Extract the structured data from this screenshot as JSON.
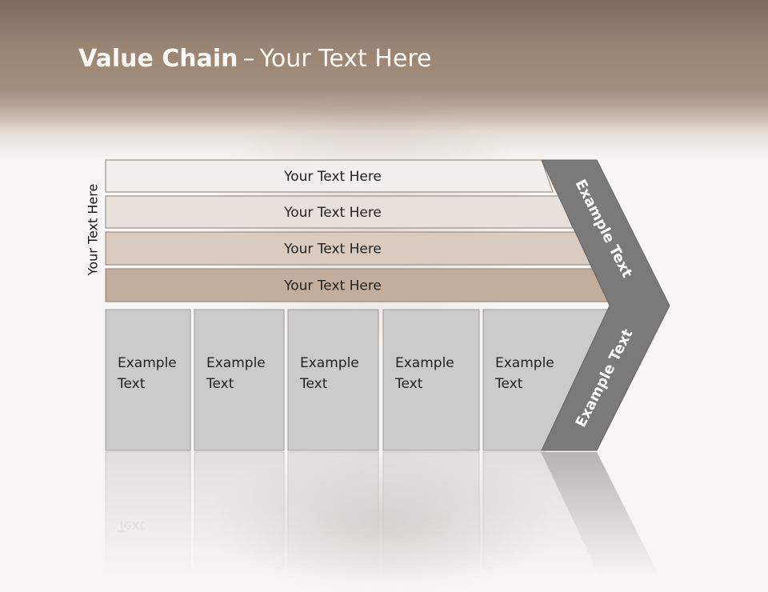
{
  "slide": {
    "title_bold": "Value Chain",
    "title_separator": "–",
    "title_rest": "Your Text Here",
    "side_label": "Your Text Here"
  },
  "bars": [
    {
      "label": "Your Text Here",
      "color": "#f2efec"
    },
    {
      "label": "Your Text Here",
      "color": "#e8e0da"
    },
    {
      "label": "Your Text Here",
      "color": "#d9cbbf"
    },
    {
      "label": "Your Text Here",
      "color": "#c3ae9d"
    }
  ],
  "chevron": {
    "upper_label": "Example Text",
    "lower_label": "Example Text",
    "color": "#7a7a7a"
  },
  "columns": [
    {
      "line1": "Example",
      "line2": "Text"
    },
    {
      "line1": "Example",
      "line2": "Text"
    },
    {
      "line1": "Example",
      "line2": "Text"
    },
    {
      "line1": "Example",
      "line2": "Text"
    },
    {
      "line1": "Example",
      "line2": "Text"
    }
  ],
  "column_color": "#cbcbcb"
}
